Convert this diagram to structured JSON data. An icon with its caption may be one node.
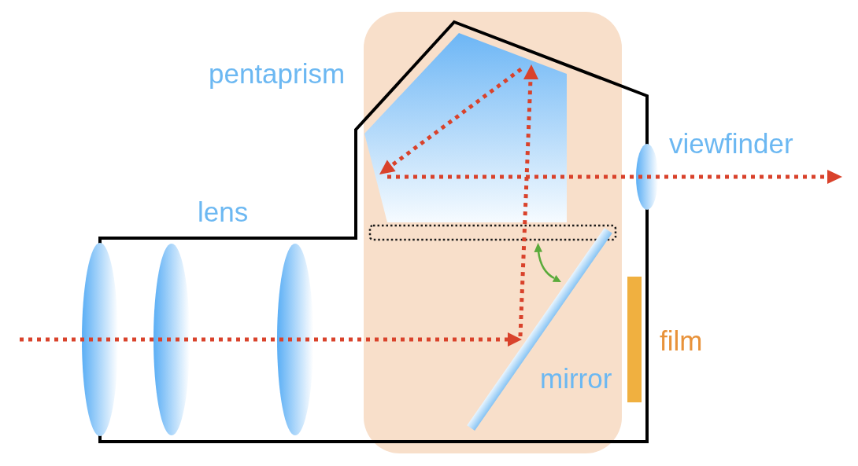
{
  "diagram": {
    "labels": [
      "pentaprism",
      "viewfinder",
      "lens",
      "film",
      "mirror"
    ]
  }
}
